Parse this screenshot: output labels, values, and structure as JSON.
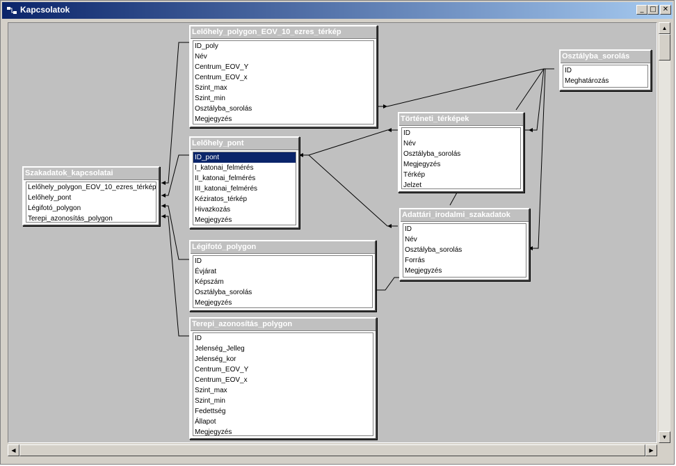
{
  "window": {
    "title": "Kapcsolatok",
    "minimize_glyph": "_",
    "maximize_glyph": "□",
    "close_glyph": "✕"
  },
  "tables": {
    "polygon_eov": {
      "title": "Lelőhely_polygon_EOV_10_ezres_térkép",
      "fields": [
        "ID_poly",
        "Név",
        "Centrum_EOV_Y",
        "Centrum_EOV_x",
        "Szint_max",
        "Szint_min",
        "Osztályba_sorolás",
        "Megjegyzés"
      ]
    },
    "osztalyba": {
      "title": "Osztályba_sorolás",
      "fields": [
        "ID",
        "Meghatározás"
      ]
    },
    "pont": {
      "title": "Lelőhely_pont",
      "fields": [
        "ID_pont",
        "I_katonai_felmérés",
        "II_katonai_felmérés",
        "III_katonai_felmérés",
        "Kéziratos_térkép",
        "Hivazkozás",
        "Megjegyzés"
      ]
    },
    "tortenet": {
      "title": "Történeti_térképek",
      "fields": [
        "ID",
        "Név",
        "Osztályba_sorolás",
        "Megjegyzés",
        "Térkép",
        "Jelzet"
      ]
    },
    "szakadatok": {
      "title": "Szakadatok_kapcsolatai",
      "fields": [
        "Lelőhely_polygon_EOV_10_ezres_térkép",
        "Lelőhely_pont",
        "Légifotó_polygon",
        "Terepi_azonosítás_polygon"
      ]
    },
    "adattari": {
      "title": "Adattári_irodalmi_szakadatok",
      "fields": [
        "ID",
        "Név",
        "Osztályba_sorolás",
        "Forrás",
        "Megjegyzés"
      ]
    },
    "legifoto": {
      "title": "Légifotó_polygon",
      "fields": [
        "ID",
        "Évjárat",
        "Képszám",
        "Osztályba_sorolás",
        "Megjegyzés"
      ]
    },
    "terepi": {
      "title": "Terepi_azonosítás_polygon",
      "fields": [
        "ID",
        "Jelenség_Jelleg",
        "Jelenség_kor",
        "Centrum_EOV_Y",
        "Centrum_EOV_x",
        "Szint_max",
        "Szint_min",
        "Fedettség",
        "Állapot",
        "Megjegyzés"
      ]
    }
  },
  "selected_field": "ID_pont",
  "colors": {
    "titlebar_start": "#0a246a",
    "titlebar_end": "#a6caf0",
    "canvas": "#c0c0c0",
    "selection": "#0a246a"
  },
  "icons": {
    "app": "relationships-icon",
    "scroll_up": "arrow-up-icon",
    "scroll_down": "arrow-down-icon",
    "scroll_left": "arrow-left-icon",
    "scroll_right": "arrow-right-icon"
  }
}
